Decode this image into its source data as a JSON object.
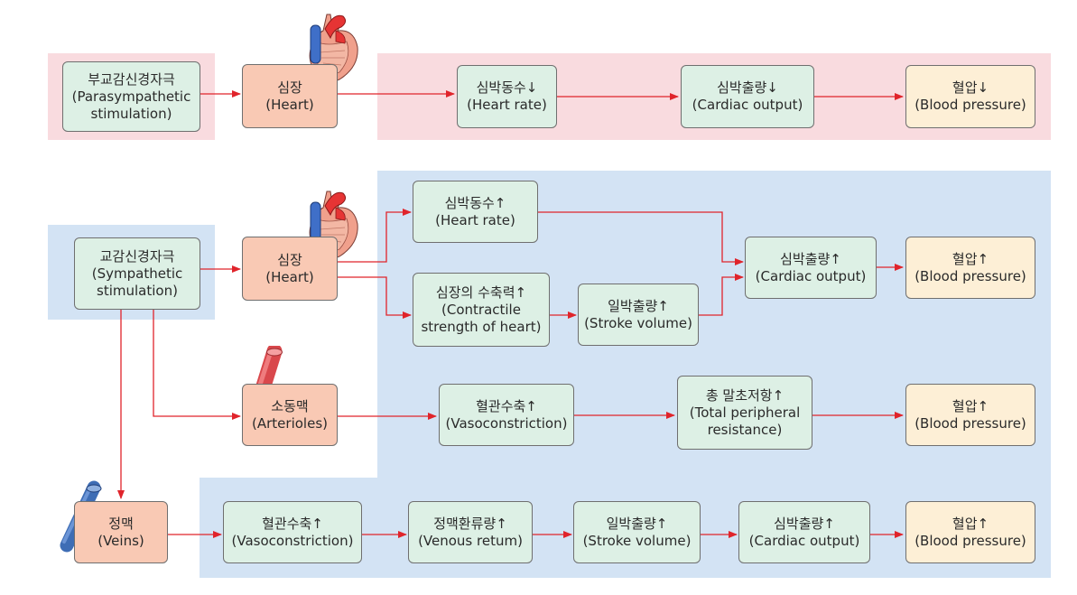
{
  "colors": {
    "pink_panel": "#f9dbdf",
    "blue_panel": "#d3e3f4",
    "green_box": "#ddf0e5",
    "salmon_box": "#f9c9b4",
    "yellow_box": "#fdefd6",
    "arrow": "#e0242b"
  },
  "icons": [
    "heart-illustration",
    "heart-illustration",
    "arteriole-vessel",
    "vein-vessel"
  ],
  "nodes": {
    "para": {
      "ko": "부교감신경자극",
      "en": "(Parasympathetic",
      "en2": "stimulation)"
    },
    "heart1": {
      "ko": "심장",
      "en": "(Heart)"
    },
    "hr_down": {
      "ko": "심박동수↓",
      "en": "(Heart rate)"
    },
    "co_down": {
      "ko": "심박출량↓",
      "en": "(Cardiac output)"
    },
    "bp_down": {
      "ko": "혈압↓",
      "en": "(Blood pressure)"
    },
    "symp": {
      "ko": "교감신경자극",
      "en": "(Sympathetic",
      "en2": "stimulation)"
    },
    "heart2": {
      "ko": "심장",
      "en": "(Heart)"
    },
    "hr_up": {
      "ko": "심박동수↑",
      "en": "(Heart rate)"
    },
    "contract": {
      "ko": "심장의 수축력↑",
      "en": "(Contractile",
      "en2": "strength of heart)"
    },
    "sv_up1": {
      "ko": "일박출량↑",
      "en": "(Stroke volume)"
    },
    "co_up1": {
      "ko": "심박출량↑",
      "en": "(Cardiac output)"
    },
    "bp_up1": {
      "ko": "혈압↑",
      "en": "(Blood pressure)"
    },
    "arterioles": {
      "ko": "소동맥",
      "en": "(Arterioles)"
    },
    "vaso1": {
      "ko": "혈관수축↑",
      "en": "(Vasoconstriction)"
    },
    "tpr": {
      "ko": "총 말초저항↑",
      "en": "(Total peripheral",
      "en2": "resistance)"
    },
    "bp_up2": {
      "ko": "혈압↑",
      "en": "(Blood pressure)"
    },
    "veins": {
      "ko": "정맥",
      "en": "(Veins)"
    },
    "vaso2": {
      "ko": "혈관수축↑",
      "en": "(Vasoconstriction)"
    },
    "venous": {
      "ko": "정맥환류량↑",
      "en": "(Venous retum)"
    },
    "sv_up2": {
      "ko": "일박출량↑",
      "en": "(Stroke volume)"
    },
    "co_up2": {
      "ko": "심박출량↑",
      "en": "(Cardiac output)"
    },
    "bp_up3": {
      "ko": "혈압↑",
      "en": "(Blood pressure)"
    }
  }
}
